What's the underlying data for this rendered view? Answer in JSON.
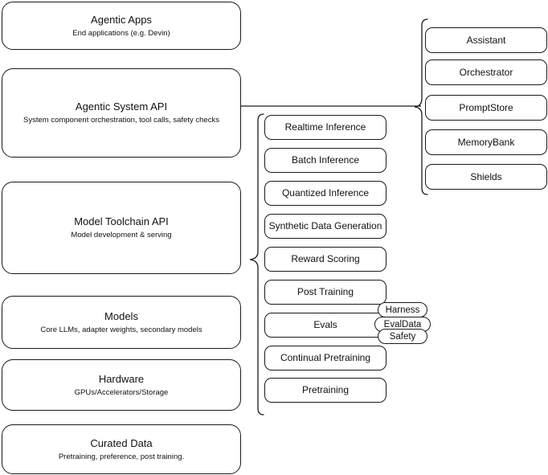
{
  "diagram": {
    "title_text": "",
    "accent_color": "#1a1a1a",
    "background_color": "#ffffff"
  },
  "layers": [
    {
      "name": "agentic-apps",
      "title": "Agentic Apps",
      "subtitle": "End applications (e.g. Devin)"
    },
    {
      "name": "agentic-system-api",
      "title": "Agentic System API",
      "subtitle": "System component orchestration, tool calls, safety checks"
    },
    {
      "name": "model-toolchain-api",
      "title": "Model Toolchain API",
      "subtitle": "Model development & serving"
    },
    {
      "name": "models",
      "title": "Models",
      "subtitle": "Core LLMs, adapter weights, secondary models"
    },
    {
      "name": "hardware",
      "title": "Hardware",
      "subtitle": "GPUs/Accelerators/Storage"
    },
    {
      "name": "curated-data",
      "title": "Curated Data",
      "subtitle": "Pretraining, preference, post training."
    }
  ],
  "toolchain_capabilities": [
    {
      "label": "Realtime Inference"
    },
    {
      "label": "Batch Inference"
    },
    {
      "label": "Quantized Inference"
    },
    {
      "label": "Synthetic Data Generation"
    },
    {
      "label": "Reward Scoring"
    },
    {
      "label": "Post Training"
    },
    {
      "label": "Evals"
    },
    {
      "label": "Continual Pretraining"
    },
    {
      "label": "Pretraining"
    }
  ],
  "system_components": [
    {
      "label": "Assistant"
    },
    {
      "label": "Orchestrator"
    },
    {
      "label": "PromptStore"
    },
    {
      "label": "MemoryBank"
    },
    {
      "label": "Shields"
    }
  ],
  "evals_badges": [
    {
      "label": "Harness"
    },
    {
      "label": "EvalData"
    },
    {
      "label": "Safety"
    }
  ]
}
